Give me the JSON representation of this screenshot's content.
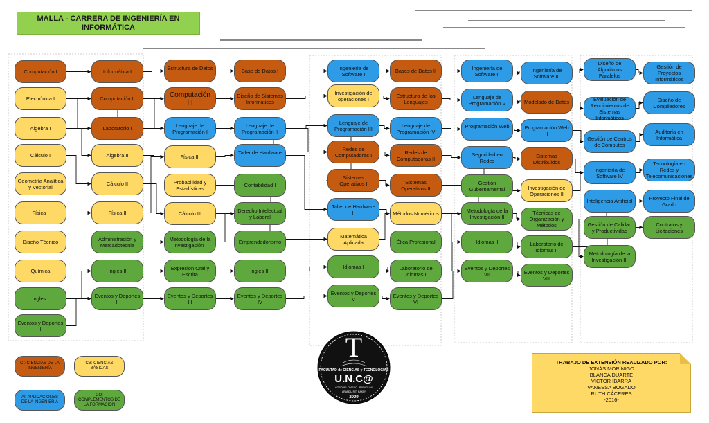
{
  "title": "MALLA - CARRERA DE INGENIERÍA EN INFORMÁTICA",
  "colors": {
    "or": "#c55a11",
    "ye": "#ffd966",
    "bl": "#2e9be6",
    "gr": "#5fa83d"
  },
  "subjects": [
    {
      "label": "Computación I",
      "c": "or"
    },
    {
      "label": "Electrónica I",
      "c": "ye"
    },
    {
      "label": "Algebra I",
      "c": "ye"
    },
    {
      "label": "Cálculo I",
      "c": "ye"
    },
    {
      "label": "Geometría Analítica y Vectorial",
      "c": "ye"
    },
    {
      "label": "Física I",
      "c": "ye"
    },
    {
      "label": "Diseño Técnico",
      "c": "ye"
    },
    {
      "label": "Química",
      "c": "ye"
    },
    {
      "label": "Ingles I",
      "c": "gr"
    },
    {
      "label": "Eventos y Deportes I",
      "c": "gr"
    },
    {
      "label": "Informática I",
      "c": "or"
    },
    {
      "label": "Computación II",
      "c": "or"
    },
    {
      "label": "Laboratorio I",
      "c": "or"
    },
    {
      "label": "Algebra II",
      "c": "ye"
    },
    {
      "label": "Cálculo II",
      "c": "ye"
    },
    {
      "label": "Física II",
      "c": "ye"
    },
    {
      "label": "Administración y Mercadotecnia",
      "c": "gr"
    },
    {
      "label": "Inglés II",
      "c": "gr"
    },
    {
      "label": "Eventos y Deportes II",
      "c": "gr"
    },
    {
      "label": "Estructura de Datos I",
      "c": "or"
    },
    {
      "label": "Computación III",
      "c": "or",
      "big": true
    },
    {
      "label": "Lenguaje de Programación I",
      "c": "bl"
    },
    {
      "label": "Física III",
      "c": "ye"
    },
    {
      "label": "Probabilidad y Estadísticas",
      "c": "ye"
    },
    {
      "label": "Cálculo III",
      "c": "ye"
    },
    {
      "label": "Metodología de la Investigación I",
      "c": "gr"
    },
    {
      "label": "Expresión Oral y Escrita",
      "c": "gr"
    },
    {
      "label": "Eventos y Deportes III",
      "c": "gr"
    },
    {
      "label": "Base de Datos I",
      "c": "or"
    },
    {
      "label": "Diseño de Sistemas Informáticos",
      "c": "or"
    },
    {
      "label": "Lenguaje de Programación II",
      "c": "bl"
    },
    {
      "label": "Taller de Hardware I",
      "c": "bl"
    },
    {
      "label": "Contabilidad I",
      "c": "gr"
    },
    {
      "label": "Derecho Intelectual y Laboral",
      "c": "gr"
    },
    {
      "label": "Emprendedorismo",
      "c": "gr"
    },
    {
      "label": "Inglés III",
      "c": "gr"
    },
    {
      "label": "Eventos y Deportes IV",
      "c": "gr"
    },
    {
      "label": "Ingeniería de Software I",
      "c": "bl"
    },
    {
      "label": "Investigación de operaciones I",
      "c": "ye"
    },
    {
      "label": "Lenguaje de Programación III",
      "c": "bl"
    },
    {
      "label": "Redes de Computadoras I",
      "c": "or"
    },
    {
      "label": "Sistemas Operativos I",
      "c": "or"
    },
    {
      "label": "Taller de Hardware II",
      "c": "bl"
    },
    {
      "label": "Matemática Aplicada",
      "c": "ye"
    },
    {
      "label": "Idiomas I",
      "c": "gr"
    },
    {
      "label": "Eventos y Deportes V",
      "c": "gr"
    },
    {
      "label": "Bases de Datos II",
      "c": "or"
    },
    {
      "label": "Estructura de los Lenguajes",
      "c": "or"
    },
    {
      "label": "Lenguaje de Programación IV",
      "c": "bl"
    },
    {
      "label": "Redes de Computadoras II",
      "c": "or"
    },
    {
      "label": "Sistemas Operativos II",
      "c": "or"
    },
    {
      "label": "Métodos Numéricos",
      "c": "ye"
    },
    {
      "label": "Ética Profesional",
      "c": "gr"
    },
    {
      "label": "Laboratorio de Idiomas I",
      "c": "gr"
    },
    {
      "label": "Eventos y Deportes VI",
      "c": "gr"
    },
    {
      "label": "Ingeniería de Software II",
      "c": "bl"
    },
    {
      "label": "Lenguaje de Programación V",
      "c": "bl"
    },
    {
      "label": "Programación Web I",
      "c": "bl"
    },
    {
      "label": "Seguridad en Redes",
      "c": "bl"
    },
    {
      "label": "Gestión Gubernamental",
      "c": "gr"
    },
    {
      "label": "Metodología de la Investigación II",
      "c": "gr"
    },
    {
      "label": "Idiomas II",
      "c": "gr"
    },
    {
      "label": "Eventos y Deportes VII",
      "c": "gr"
    },
    {
      "label": "Ingeniería de Software III",
      "c": "bl"
    },
    {
      "label": "Modelado de Datos",
      "c": "or"
    },
    {
      "label": "Programación Web II",
      "c": "bl"
    },
    {
      "label": "Sistemas Distribuidos",
      "c": "or"
    },
    {
      "label": "Investigación de Operaciones II",
      "c": "ye"
    },
    {
      "label": "Técnicas de Organización y Métodos",
      "c": "gr"
    },
    {
      "label": "Laboratorio de Idiomas II",
      "c": "gr"
    },
    {
      "label": "Eventos y Deportes VIII",
      "c": "gr"
    },
    {
      "label": "Diseño de Algoritmos Paralelos",
      "c": "bl"
    },
    {
      "label": "Evaluación de Rendimientos de Sistemas Informáticos",
      "c": "bl"
    },
    {
      "label": "Gestión de Centros de Cómputos",
      "c": "bl"
    },
    {
      "label": "Ingeniería de Software IV",
      "c": "bl"
    },
    {
      "label": "Inteligencia Artificial",
      "c": "bl"
    },
    {
      "label": "Gestión de Calidad y Productividad",
      "c": "gr"
    },
    {
      "label": "Metodología de la Investigación III",
      "c": "gr"
    },
    {
      "label": "Gestión de Proyectos Informáticos",
      "c": "bl"
    },
    {
      "label": "Diseño de Compiladores",
      "c": "bl"
    },
    {
      "label": "Auditoría en Informática",
      "c": "bl"
    },
    {
      "label": "Tecnología en Redes y Telecomunicaciones",
      "c": "bl"
    },
    {
      "label": "Proyecto Final de Grado",
      "c": "bl"
    },
    {
      "label": "Contratos y Licitaciones",
      "c": "gr"
    }
  ],
  "legend": [
    {
      "label": "CI: CIENCIAS DE LA INGENIERÍA",
      "c": "or"
    },
    {
      "label": "CB: CIENCIAS BÁSICAS",
      "c": "ye"
    },
    {
      "label": "AI: APLICACIONES DE LA INGENIERÍA",
      "c": "bl"
    },
    {
      "label": "CO: COMPLEMENTOS DE LA FORMACIÓN",
      "c": "gr"
    }
  ],
  "credits": {
    "heading": "TRABAJO DE EXTENSIÓN REALIZADO POR:",
    "names": [
      "JONÁS MORÍNIGO",
      "BLANCA DUARTE",
      "VICTOR IBARRA",
      "VANESSA BOGADO",
      "RUTH CÁCERES"
    ],
    "year": "-2016-"
  },
  "logo": {
    "letter": "T",
    "faculty": "FACULTAD de CIENCIAS y TECNOLOGÍAS",
    "name": "U.N.C@",
    "place": "CORONEL OVIEDO - PARAGUAY",
    "motto": "ARANDU PITÎ RAKÎ'Y",
    "year": "2009"
  }
}
